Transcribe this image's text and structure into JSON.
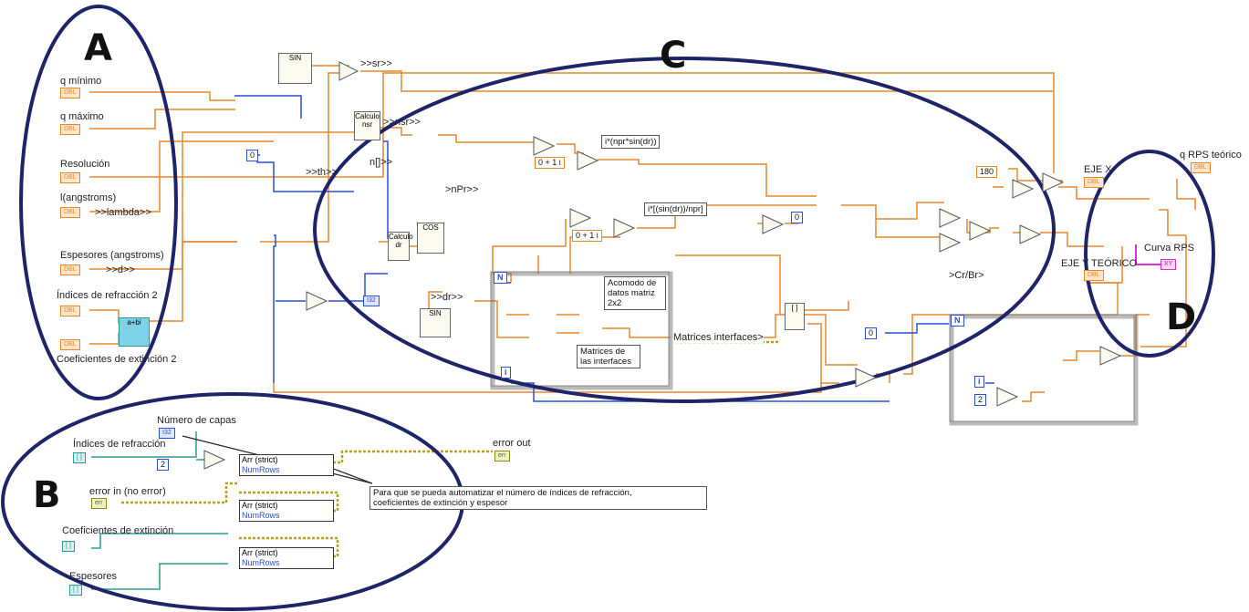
{
  "region_labels": [
    "A",
    "B",
    "C",
    "D"
  ],
  "group_a": {
    "q_min": "q mínimo",
    "q_max": "q máximo",
    "resolution": "Resolución",
    "wavelength": "l(angstroms)",
    "wavelength_tunnel": ">>lambda>>",
    "thickness": "Espesores (angstroms)",
    "thickness_tunnel": ">>d>>",
    "refr_idx2": "Índices de refracción 2",
    "ext_coef2": "Coeficientes de extinción 2",
    "ctrl_type": "DBL"
  },
  "group_b": {
    "layer_count": "Número de capas",
    "layer_count_type": "I32",
    "refr_idx": "Índices de refracción",
    "error_in": "error in (no error)",
    "ext_coef": "Coeficientes de extinción",
    "thicknesses": "Espesores",
    "const_two": "2",
    "arr_strict": "Arr (strict)",
    "num_rows": "NumRows",
    "error_out": "error out",
    "comment": "Para que se pueda automatizar el número de índices de refracción,\ncoeficientes de extinción y espesor"
  },
  "group_c": {
    "sr": ">>sr>>",
    "nsr": ">>nsr>>",
    "n_array": "n[]>>",
    "th": ">>th>>",
    "npr": ">nPr>>",
    "dr": ">>dr>>",
    "zero": "0",
    "complex_i": "0 + 1 i",
    "expr1": "i*(npr*sin(dr))",
    "expr2": "i*[(sin(dr))/npr]",
    "calc_nsr": "Calculo nsr",
    "calc_dr": "Calculo dr",
    "loop_n": "N",
    "loop_i": "i",
    "arrange": "Acomodo de datos matriz 2x2",
    "interfaces_matrix": "Matrices de las interfaces",
    "interfaces_tunnel": "Matrices interfaces>",
    "cr_br": ">Cr/Br>",
    "i32": "I32",
    "sin": "SIN",
    "cos": "COS"
  },
  "group_d": {
    "c180": "180",
    "eje_x": "EJE X",
    "eje_y": "EJE Y TEÓRICO",
    "rps_curve": "Curva RPS",
    "q_rps": "q RPS teórico",
    "loop2_n": "N",
    "loop2_i": "i",
    "two": "2"
  },
  "colors": {
    "orange_wire": "#e8872a",
    "blue_wire": "#2b4fd9",
    "teal_wire": "#2a9b96",
    "pink_wire": "#e02fd7",
    "ellipse": "#1e2468",
    "error_wire": "#b5a21a"
  }
}
